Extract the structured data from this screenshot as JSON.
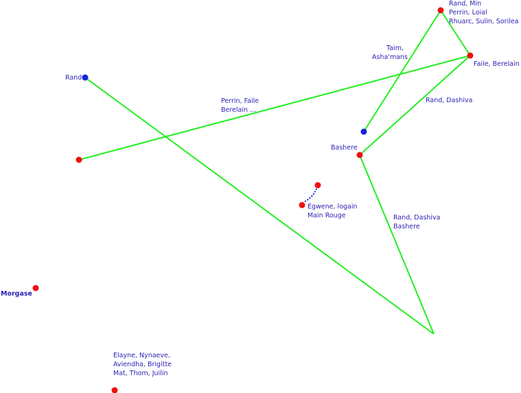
{
  "colors": {
    "route": "#22ee22",
    "red_marker": "#ee1111",
    "blue_marker": "#1a22dd",
    "label": "#2a1fb4",
    "dotted_path": "#1a22cc"
  },
  "labels": {
    "rand_min": [
      "Rand, Min",
      "Perrin, Loial",
      "Rhuarc, Sulin, Sorilea"
    ],
    "taim": [
      "Taim,",
      "Asha'mans"
    ],
    "faile_berelain": [
      "Faile, Berelain"
    ],
    "rand": [
      "Rand"
    ],
    "perrin_faile": [
      "Perrin, Faile",
      "Berelain ..."
    ],
    "rand_dashiva_top": [
      "Rand, Dashiva"
    ],
    "bashere": [
      "Bashere"
    ],
    "egwene": [
      "Egwene, logain",
      "Main Rouge"
    ],
    "rand_dashiva_bashere": [
      "Rand, Dashiva",
      "Bashere"
    ],
    "morgase": [
      "Morgase"
    ],
    "elayne": [
      "Elayne, Nynaeve,",
      "Aviendha, Brigitte",
      "Mat, Thom, Juilin"
    ]
  }
}
